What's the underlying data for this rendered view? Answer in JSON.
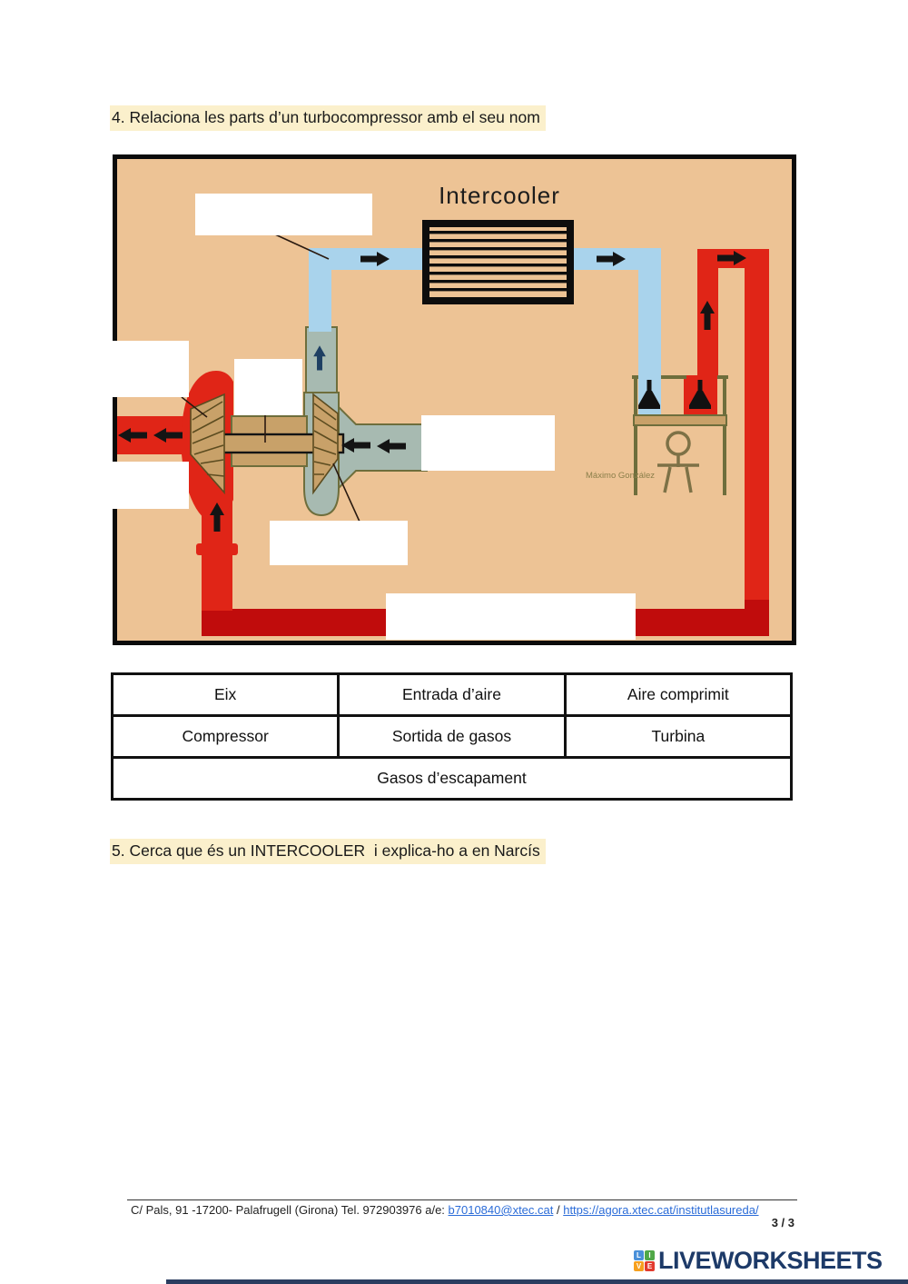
{
  "questions": {
    "q4": "4. Relaciona les parts d’un turbocompressor amb el seu nom",
    "q5": "5. Cerca que és un INTERCOOLER  i explica-ho a en Narcís",
    "highlight_color": "#fbf0cc"
  },
  "diagram": {
    "title": "Intercooler",
    "watermark": "Máximo González",
    "background_color": "#edc395",
    "colors": {
      "cooled_air_blue": "#a9d3ec",
      "exhaust_red_bright": "#e02517",
      "exhaust_red_dark": "#c00c0c",
      "intake_gray": "#a7bab1",
      "metal_tan": "#c8a169",
      "outline_olive": "#6e6e3c"
    },
    "answer_blanks": [
      "",
      "",
      "",
      "",
      "",
      "",
      ""
    ]
  },
  "word_bank": {
    "rows": [
      [
        "Eix",
        "Entrada d’aire",
        "Aire comprimit"
      ],
      [
        "Compressor",
        "Sortida de gasos",
        "Turbina"
      ],
      [
        "Gasos d’escapament"
      ]
    ]
  },
  "footer": {
    "address": "C/ Pals, 91 -17200- Palafrugell (Girona) Tel. 972903976 a/e: ",
    "email": "b7010840@xtec.cat",
    "separator": " / ",
    "website": "https://agora.xtec.cat/institutlasureda/",
    "page_number": "3 / 3"
  },
  "branding": {
    "logo_squares": [
      {
        "letter": "L",
        "color": "#4a90d9"
      },
      {
        "letter": "I",
        "color": "#50a848"
      },
      {
        "letter": "V",
        "color": "#f6a01f"
      },
      {
        "letter": "E",
        "color": "#e23b2e"
      }
    ],
    "wordmark": "LIVEWORKSHEETS",
    "wordmark_color": "#1d3a68"
  }
}
